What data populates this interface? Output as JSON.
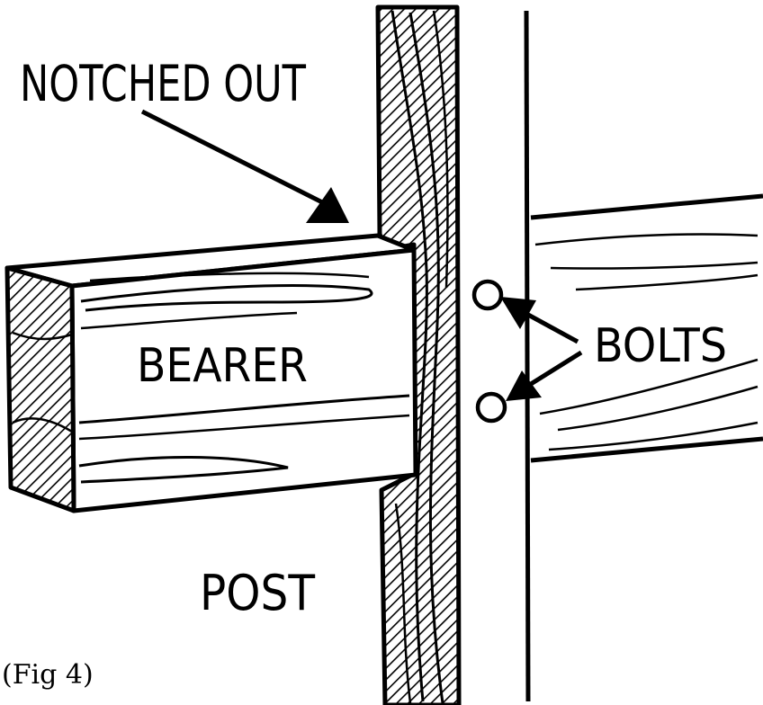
{
  "figure": {
    "caption": "(Fig 4)",
    "labels": {
      "notched_out": "NOTCHED OUT",
      "bearer": "BEARER",
      "bolts": "BOLTS",
      "post": "POST"
    }
  }
}
